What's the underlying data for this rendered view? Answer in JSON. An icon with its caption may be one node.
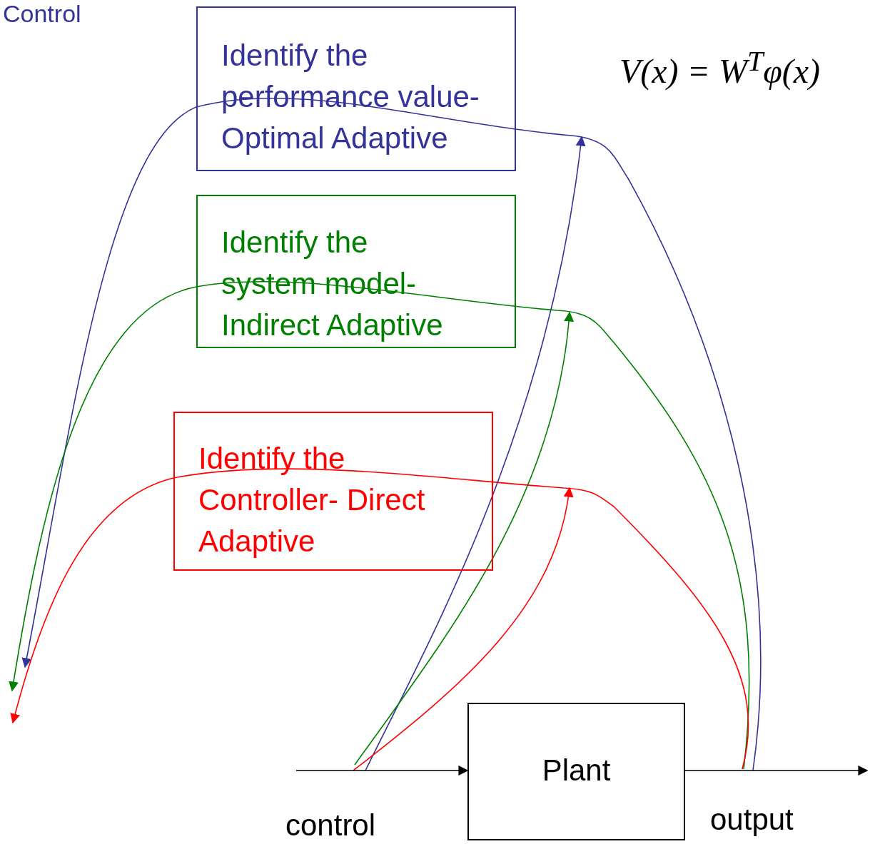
{
  "diagram": {
    "title": "Control",
    "nodes": [
      {
        "text": [
          "Identify the performance value- Optimal Adaptive"
        ]
      },
      {
        "text": [
          "Identify the system model- Indirect Adaptive"
        ]
      },
      {
        "text": [
          "Identify the Controller- Direct Adaptive"
        ]
      },
      {
        "text": [
          "Plant"
        ]
      }
    ],
    "edges": [
      {
        "from": null,
        "to": 3,
        "arrow": "to",
        "label": "control"
      },
      {
        "from": 3,
        "to": null,
        "arrow": "to",
        "label": "output"
      }
    ],
    "labels": [
      "V(x) = W$^{T}$φ(x)"
    ]
  }
}
